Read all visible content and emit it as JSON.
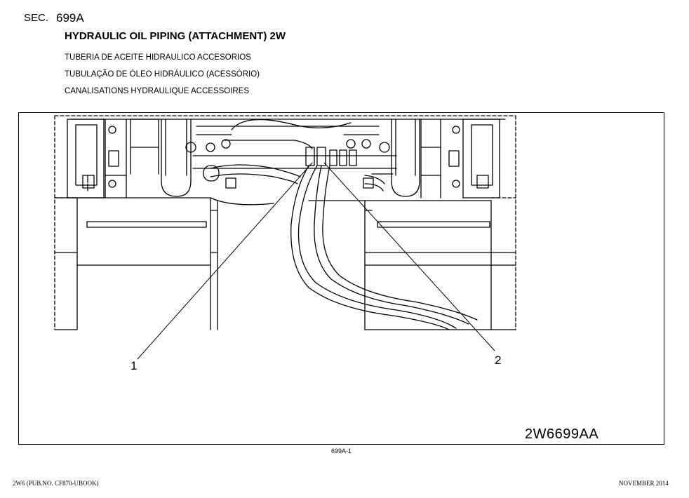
{
  "header": {
    "sec_label": "SEC.",
    "sec_number": "699A",
    "title": "HYDRAULIC OIL PIPING (ATTACHMENT) 2W",
    "subtitle_es": "TUBERIA DE ACEITE HIDRAULICO ACCESORIOS",
    "subtitle_pt": "TUBULAÇÃO DE ÓLEO HIDRÁULICO (ACESSÓRIO)",
    "subtitle_fr": "CANALISATIONS HYDRAULIQUE ACCESSOIRES"
  },
  "figure": {
    "callout_1": "1",
    "callout_2": "2",
    "code": "2W6699AA",
    "reference": "699A-1"
  },
  "footer": {
    "left": "2W6 (PUB.NO. CF870-UBOOK)",
    "right": "NOVEMBER 2014"
  }
}
